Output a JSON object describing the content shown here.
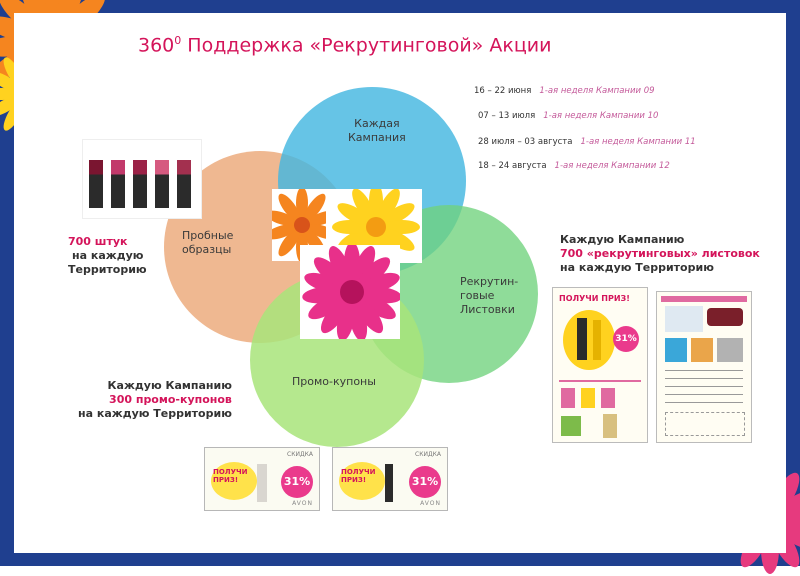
{
  "title": {
    "main": "360",
    "sup": "0",
    "rest": " Поддержка «Рекрутинговой» Акции"
  },
  "schedule": [
    {
      "dates": "16 – 22 июня",
      "week": "1-ая неделя Кампании 09"
    },
    {
      "dates": "07 – 13 июля",
      "week": "1-ая неделя Кампании 10"
    },
    {
      "dates": "28 июля – 03 августа",
      "week": "1-ая неделя Кампании 11"
    },
    {
      "dates": "18 – 24 августа",
      "week": "1-ая неделя Кампании 12"
    }
  ],
  "circles": {
    "campaign": {
      "line1": "Каждая",
      "line2": "Кампания",
      "color": "#44b7e0"
    },
    "samples": {
      "line1": "Пробные",
      "line2": "образцы",
      "color": "#eca879"
    },
    "leaflets": {
      "line1": "Рекрутин-",
      "line2": "говые",
      "line3": "Листовки",
      "color": "#6fd27c"
    },
    "coupons": {
      "line1": "Промо-купоны",
      "color": "#a8e47a"
    }
  },
  "left_note": {
    "line1": "700 штук",
    "line2": "на каждую",
    "line3": "Территорию"
  },
  "right_note": {
    "line1": "Каждую Кампанию",
    "line2": "700 «рекрутинговых» листовок",
    "line3": "на каждую Территорию"
  },
  "bottom_note": {
    "line1": "Каждую Кампанию",
    "line2": "300 промо-купонов",
    "line3": "на каждую Территорию"
  },
  "coupon": {
    "logo1": "ПОЛУЧИ",
    "logo2": "ПРИЗ!",
    "discount": "31%",
    "tag": "СКИДКА",
    "brand": "AVON"
  },
  "leaflet": {
    "header": "ПОЛУЧИ ПРИЗ!",
    "discount": "31%"
  },
  "colors": {
    "frame": "#1f3f8f",
    "accent": "#d4145a"
  }
}
